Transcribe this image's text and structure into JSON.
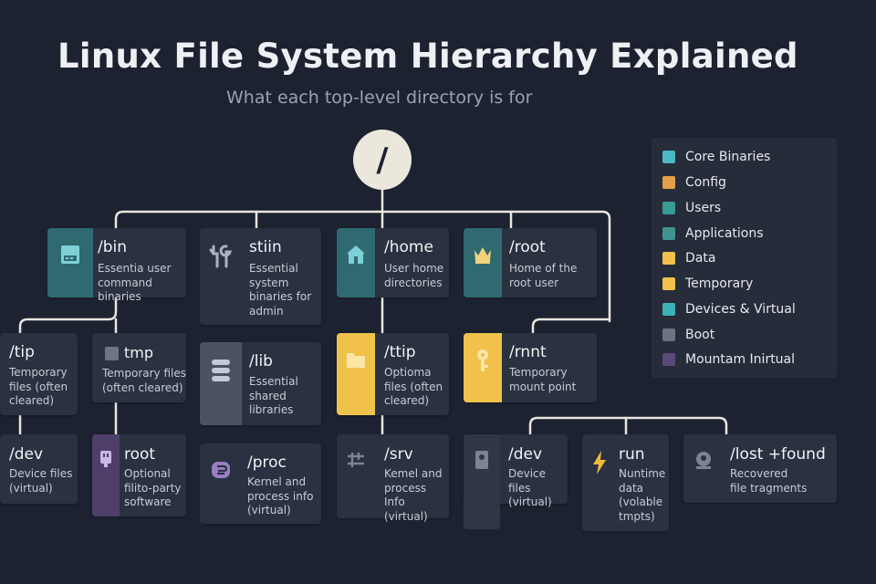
{
  "title": "Linux File System Hierarchy Explained",
  "subtitle": "What each top-level directory is for",
  "root": "/",
  "colors": {
    "teal": "#2f6a70",
    "slate": "#4a5263",
    "yellow": "#f0c14b",
    "purple": "#4e3f6a",
    "line": "#e9e6df",
    "panel": "#2a3140"
  },
  "nodes": [
    {
      "id": "bin",
      "name": "/bin",
      "desc": [
        "Essentia user",
        "command binaries"
      ],
      "icon": "terminal-icon"
    },
    {
      "id": "sbin",
      "name": "stiin",
      "desc": [
        "Essential",
        "system",
        "binaries for",
        "admin"
      ],
      "icon": "tools-icon"
    },
    {
      "id": "home",
      "name": "/home",
      "desc": [
        "User home",
        "directories"
      ],
      "icon": "house-icon"
    },
    {
      "id": "root",
      "name": "/root",
      "desc": [
        "Home of the",
        "root user"
      ],
      "icon": "crown-icon"
    },
    {
      "id": "tip",
      "name": "/tip",
      "desc": [
        "Temporary",
        "files (often",
        "cleared)"
      ],
      "icon": ""
    },
    {
      "id": "tmp",
      "name": "tmp",
      "desc": [
        "Temporary files",
        "(often cleared)"
      ],
      "icon": "box-icon"
    },
    {
      "id": "lib",
      "name": "/lib",
      "desc": [
        "Essential",
        "shared",
        "libraries"
      ],
      "icon": "stack-icon"
    },
    {
      "id": "ttip",
      "name": "/ttip",
      "desc": [
        "Optioma",
        "files (often",
        "cleared)"
      ],
      "icon": "folder-icon"
    },
    {
      "id": "mnt",
      "name": "/rnnt",
      "desc": [
        "Temporary",
        "mount point"
      ],
      "icon": "key-icon"
    },
    {
      "id": "dev1",
      "name": "/dev",
      "desc": [
        "Device files",
        "(virtual)"
      ],
      "icon": ""
    },
    {
      "id": "opt",
      "name": "root",
      "desc": [
        "Optional",
        "filito-party",
        "software"
      ],
      "icon": "usb-icon"
    },
    {
      "id": "proc",
      "name": "/proc",
      "desc": [
        "Kernel and",
        "process info",
        "(virtual)"
      ],
      "icon": "process-icon"
    },
    {
      "id": "srv",
      "name": "/srv",
      "desc": [
        "Kemel and",
        "process",
        "Info (virtual)"
      ],
      "icon": "server-icon"
    },
    {
      "id": "dev2",
      "name": "/dev",
      "desc": [
        "Device files",
        "(virtual)"
      ],
      "icon": "device-icon"
    },
    {
      "id": "run",
      "name": "run",
      "desc": [
        "Nuntime",
        "data",
        "(volable",
        "tmpts)"
      ],
      "icon": "bolt-icon"
    },
    {
      "id": "lostfound",
      "name": "/lost +found",
      "desc": [
        "Recovered",
        "file tragments"
      ],
      "icon": "recovery-icon"
    }
  ],
  "legend": [
    {
      "label": "Core Binaries",
      "color": "#4bb8c4"
    },
    {
      "label": "Config",
      "color": "#e2a04a"
    },
    {
      "label": "Users",
      "color": "#3a9a94"
    },
    {
      "label": "Applications",
      "color": "#3f9490"
    },
    {
      "label": "Data",
      "color": "#f0c14b"
    },
    {
      "label": "Temporary",
      "color": "#f0c14b"
    },
    {
      "label": "Devices & Virtual",
      "color": "#3fb0b8"
    },
    {
      "label": "Boot",
      "color": "#6c7280"
    },
    {
      "label": "Mountam Inirtual",
      "color": "#5a4a78"
    }
  ]
}
